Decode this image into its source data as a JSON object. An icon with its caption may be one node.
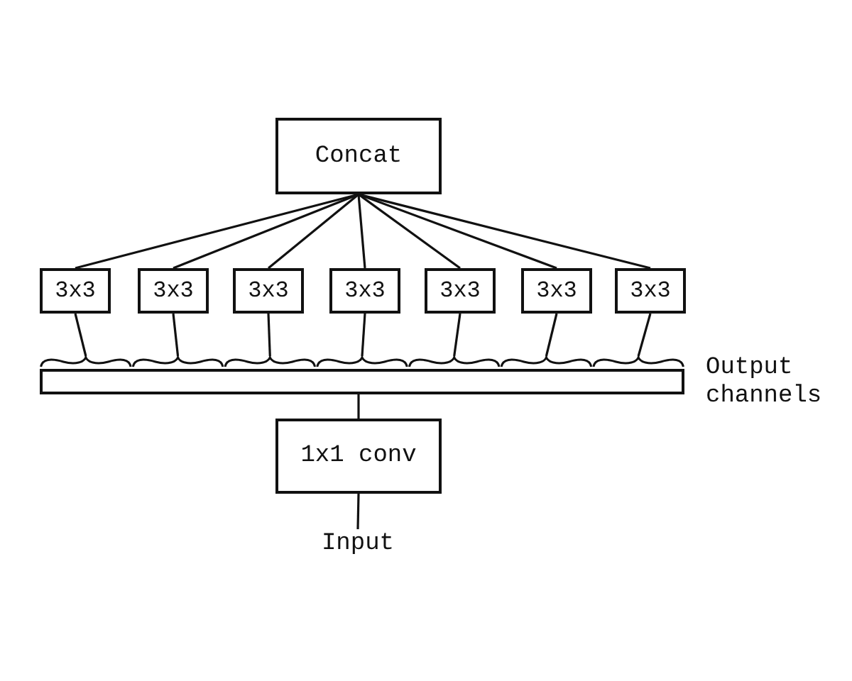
{
  "diagram": {
    "nodes": [
      {
        "text": [
          "Concat"
        ]
      },
      {
        "text": [
          "3x3"
        ]
      },
      {
        "text": [
          "3x3"
        ]
      },
      {
        "text": [
          "3x3"
        ]
      },
      {
        "text": [
          "3x3"
        ]
      },
      {
        "text": [
          "3x3"
        ]
      },
      {
        "text": [
          "3x3"
        ]
      },
      {
        "text": [
          "3x3"
        ]
      },
      {
        "text": [],
        "shape": "bar",
        "beside": [
          "Output channels"
        ]
      },
      {
        "text": [
          "1x1 conv"
        ]
      },
      {
        "text": [
          "Input"
        ]
      }
    ],
    "edges": [
      {
        "from": 0,
        "to": 1,
        "arrow": "none"
      },
      {
        "from": 0,
        "to": 2,
        "arrow": "none"
      },
      {
        "from": 0,
        "to": 3,
        "arrow": "none"
      },
      {
        "from": 0,
        "to": 4,
        "arrow": "none"
      },
      {
        "from": 0,
        "to": 5,
        "arrow": "none"
      },
      {
        "from": 0,
        "to": 6,
        "arrow": "none"
      },
      {
        "from": 0,
        "to": 7,
        "arrow": "none"
      },
      {
        "from": 1,
        "to": 8,
        "arrow": "none"
      },
      {
        "from": 2,
        "to": 8,
        "arrow": "none"
      },
      {
        "from": 3,
        "to": 8,
        "arrow": "none"
      },
      {
        "from": 4,
        "to": 8,
        "arrow": "none"
      },
      {
        "from": 5,
        "to": 8,
        "arrow": "none"
      },
      {
        "from": 6,
        "to": 8,
        "arrow": "none"
      },
      {
        "from": 7,
        "to": 8,
        "arrow": "none"
      },
      {
        "from": 8,
        "to": 9,
        "arrow": "none"
      },
      {
        "from": 9,
        "to": 10,
        "arrow": "none"
      }
    ]
  }
}
